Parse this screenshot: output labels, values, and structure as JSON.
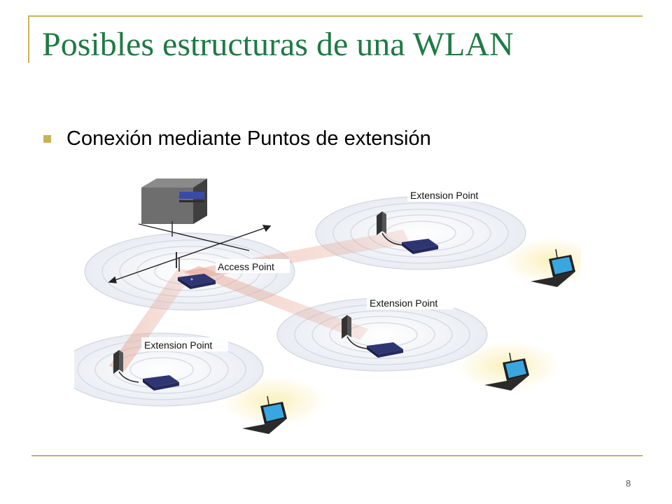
{
  "slide": {
    "title": "Posibles estructuras de una WLAN",
    "bullet": "Conexión mediante Puntos de extensión",
    "page_number": "8"
  },
  "diagram": {
    "labels": {
      "access_point": "Access Point",
      "extension_point_top": "Extension Point",
      "extension_point_middle": "Extension Point",
      "extension_point_left": "Extension Point"
    }
  },
  "colors": {
    "title": "#1e7a45",
    "accent_rule": "#c9b35a",
    "beam": "#e8b9a8",
    "laptop_glow": "#f7e9a8",
    "ap_device": "#3a3f7a"
  }
}
